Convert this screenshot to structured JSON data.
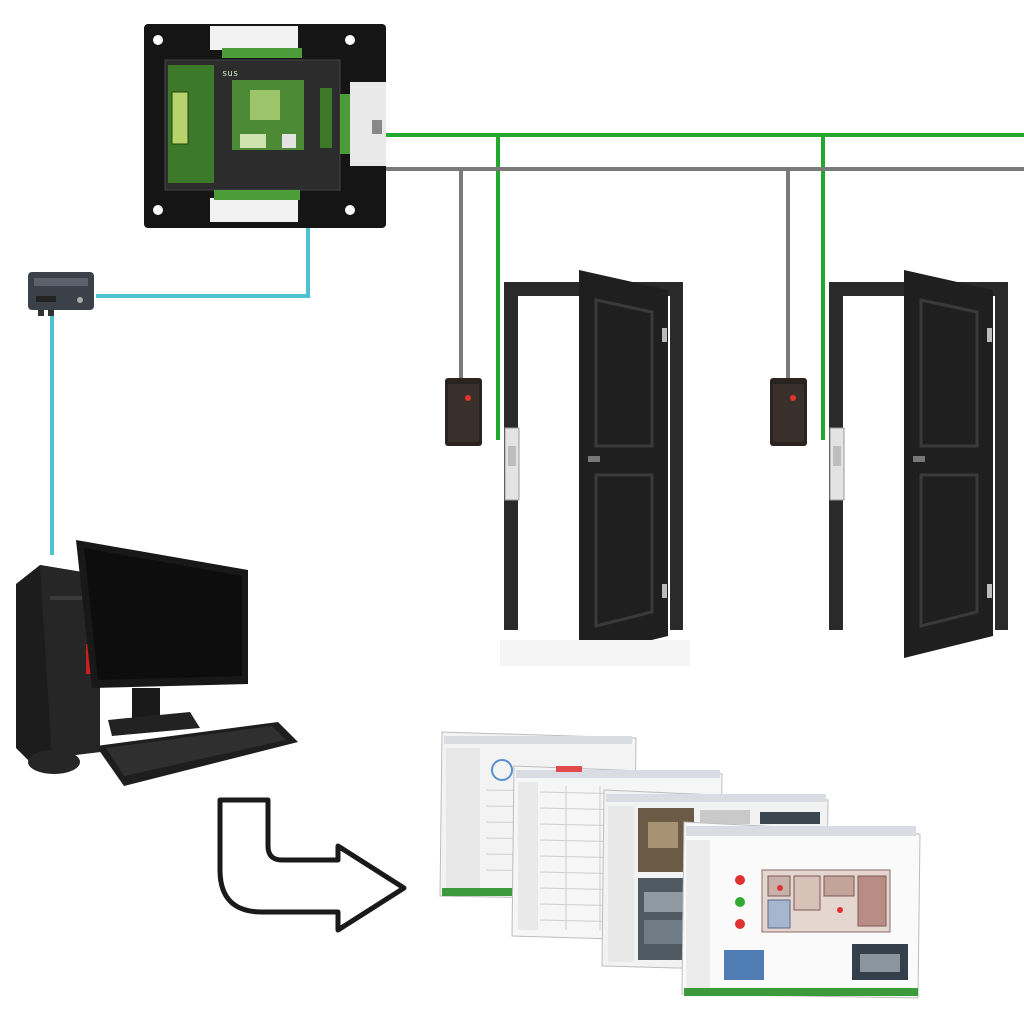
{
  "diagram": {
    "title": "",
    "colors": {
      "bus_cable": "#22a82c",
      "reader_cable": "#7a7a7a",
      "network_cable": "#4cc3cf",
      "door": "#1f1f1f",
      "frame": "#2a2a2a",
      "board_green": "#3c7a2a",
      "panel_black": "#151515"
    },
    "components": {
      "controller": {
        "icon": "access-control-panel-icon",
        "logo_text": "sus"
      },
      "converter": {
        "icon": "network-converter-icon"
      },
      "workstation": {
        "icon": "desktop-computer-icon"
      },
      "readers": [
        {
          "icon": "card-reader-icon",
          "door": 1
        },
        {
          "icon": "card-reader-icon",
          "door": 2
        }
      ],
      "doors": [
        {
          "icon": "door-icon",
          "lock": "electric-strike-icon"
        },
        {
          "icon": "door-icon",
          "lock": "electric-strike-icon"
        }
      ],
      "arrow": {
        "icon": "curved-arrow-icon"
      },
      "software_screens": [
        {
          "icon": "software-window-icon",
          "content": "table-view"
        },
        {
          "icon": "software-window-icon",
          "content": "list-view"
        },
        {
          "icon": "software-window-icon",
          "content": "camera-view"
        },
        {
          "icon": "software-window-icon",
          "content": "floor-plan-view"
        }
      ]
    }
  }
}
